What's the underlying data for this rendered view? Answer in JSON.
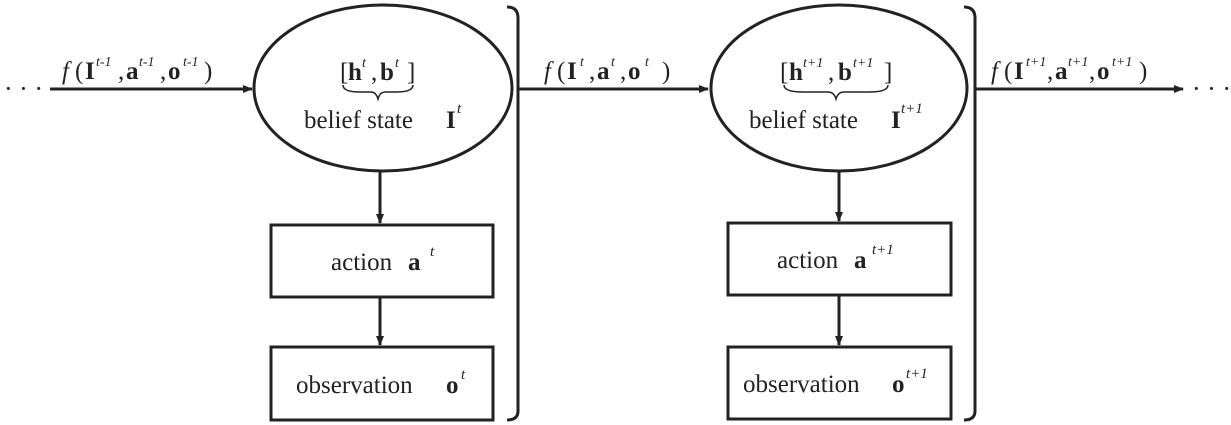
{
  "diagram": {
    "ellipsis": "· · ·",
    "transitions": [
      {
        "f": "f",
        "open": "(",
        "I": "I",
        "comma1": ",",
        "a": "a",
        "comma2": ",",
        "o": "o",
        "close": ")",
        "sup": "t-1"
      },
      {
        "f": "f",
        "open": "(",
        "I": "I",
        "comma1": ",",
        "a": "a",
        "comma2": ",",
        "o": "o",
        "close": ")",
        "sup": "t"
      },
      {
        "f": "f",
        "open": "(",
        "I": "I",
        "comma1": ",",
        "a": "a",
        "comma2": ",",
        "o": "o",
        "close": ")",
        "sup": "t+1"
      }
    ],
    "steps": [
      {
        "belief_vector": {
          "open": "[",
          "h": "h",
          "comma": ",",
          "b": "b",
          "close": "]",
          "sup": "t"
        },
        "belief_label": "belief state",
        "belief_I": "I",
        "belief_sup": "t",
        "action_label": "action",
        "action_a": "a",
        "action_sup": "t",
        "observation_label": "observation",
        "observation_o": "o",
        "observation_sup": "t"
      },
      {
        "belief_vector": {
          "open": "[",
          "h": "h",
          "comma": ",",
          "b": "b",
          "close": "]",
          "sup": "t+1"
        },
        "belief_label": "belief state",
        "belief_I": "I",
        "belief_sup": "t+1",
        "action_label": "action",
        "action_a": "a",
        "action_sup": "t+1",
        "observation_label": "observation",
        "observation_o": "o",
        "observation_sup": "t+1"
      }
    ],
    "colors": {
      "stroke": "#222222",
      "background": "#ffffff"
    }
  }
}
